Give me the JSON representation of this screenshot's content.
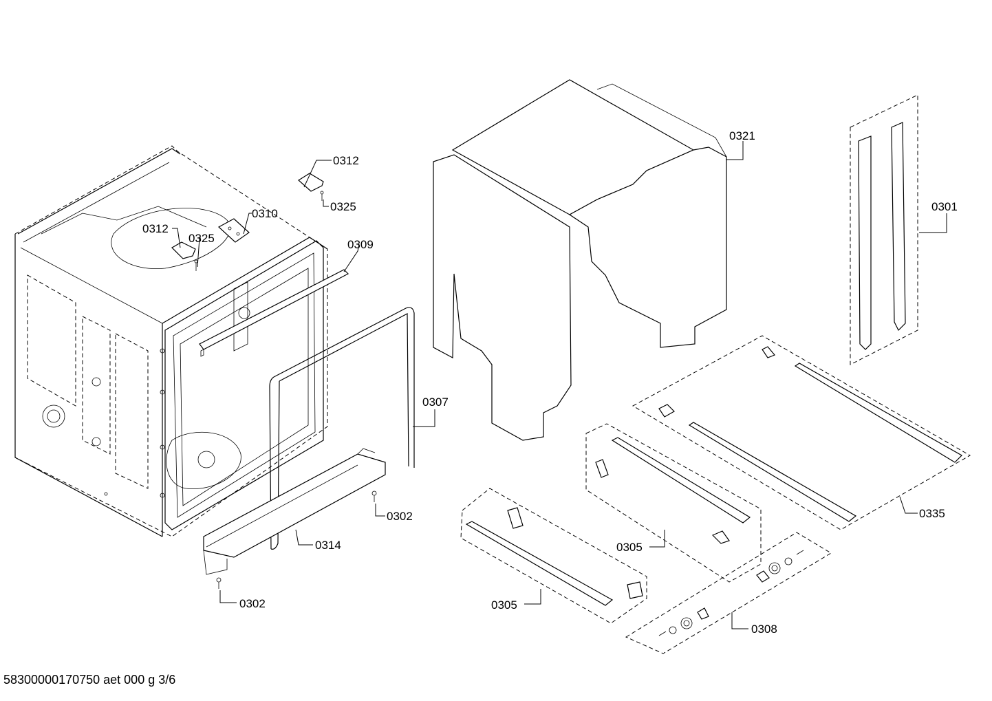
{
  "drawing": {
    "footer": "58300000170750 aet 000 g 3/6",
    "labels": {
      "p0312_top": "0312",
      "p0325_top": "0325",
      "p0310": "0310",
      "p0312_left": "0312",
      "p0325_left": "0325",
      "p0309": "0309",
      "p0307": "0307",
      "p0302_right": "0302",
      "p0314": "0314",
      "p0302_bottom": "0302",
      "p0321": "0321",
      "p0301": "0301",
      "p0335": "0335",
      "p0305_mid": "0305",
      "p0305_low": "0305",
      "p0308": "0308"
    }
  }
}
